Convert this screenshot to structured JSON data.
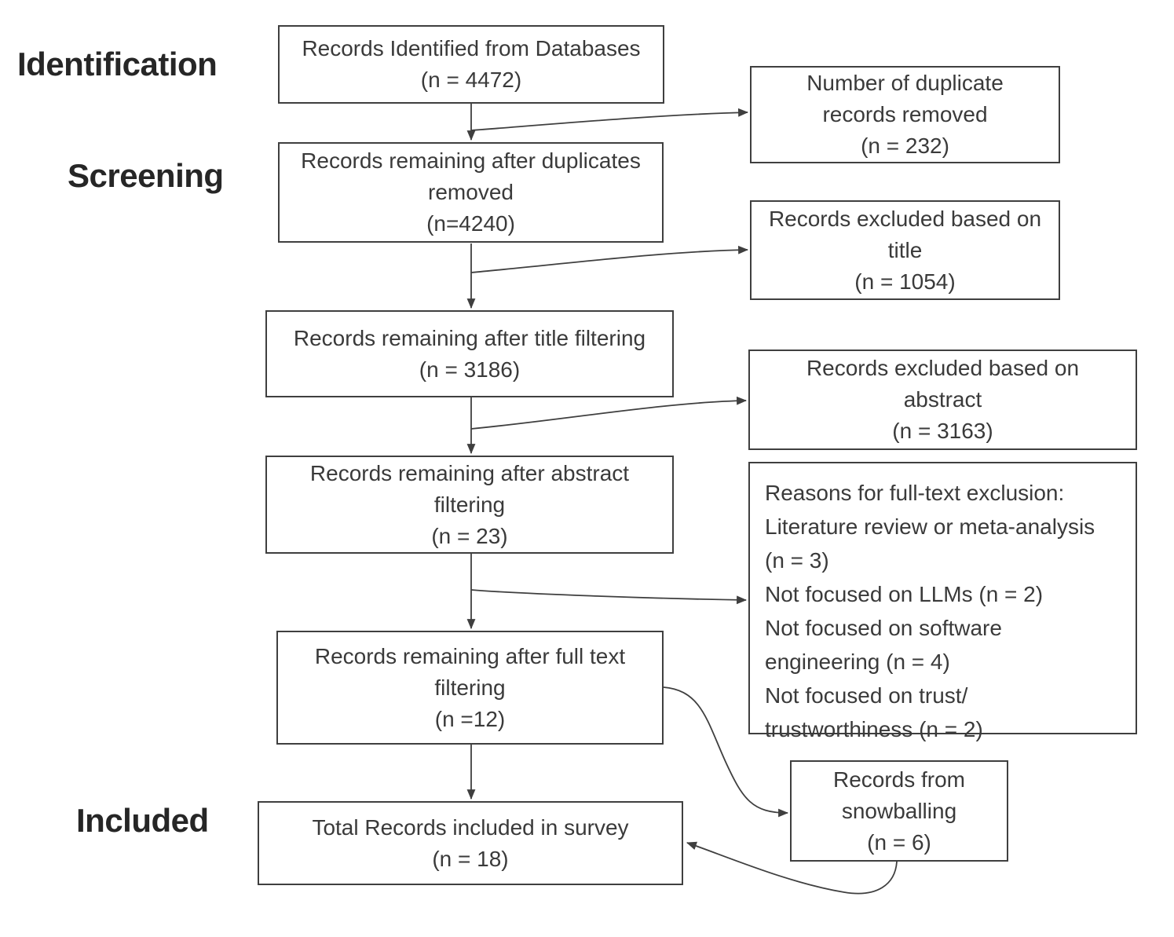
{
  "diagram": {
    "title": "PRISMA-style literature selection flow",
    "colors": {
      "line": "#3f3f3f",
      "text": "#3a3a3a",
      "label": "#262626",
      "background": "#ffffff"
    },
    "stages": [
      {
        "id": "identification",
        "label": "Identification"
      },
      {
        "id": "screening",
        "label": "Screening"
      },
      {
        "id": "included",
        "label": "Included"
      }
    ],
    "main_boxes": [
      {
        "id": "records-identified",
        "lines": [
          "Records Identified from Databases",
          "(n = 4472)"
        ]
      },
      {
        "id": "after-duplicates",
        "lines": [
          "Records remaining after duplicates",
          "removed",
          "(n=4240)"
        ]
      },
      {
        "id": "after-title",
        "lines": [
          "Records remaining after title filtering",
          "(n = 3186)"
        ]
      },
      {
        "id": "after-abstract",
        "lines": [
          "Records remaining after abstract",
          "filtering",
          "(n = 23)"
        ]
      },
      {
        "id": "after-fulltext",
        "lines": [
          "Records remaining after full text",
          "filtering",
          "(n =12)"
        ]
      },
      {
        "id": "total-included",
        "lines": [
          "Total Records included in survey",
          "(n = 18)"
        ]
      }
    ],
    "side_boxes": [
      {
        "id": "duplicates-removed",
        "lines": [
          "Number of duplicate",
          "records removed",
          "(n = 232)"
        ]
      },
      {
        "id": "excluded-title",
        "lines": [
          "Records excluded based on",
          "title",
          "(n = 1054)"
        ]
      },
      {
        "id": "excluded-abstract",
        "lines": [
          "Records excluded based on",
          "abstract",
          "(n = 3163)"
        ]
      },
      {
        "id": "fulltext-reasons",
        "lines": [
          "Reasons for full-text exclusion:",
          "Literature review or meta-analysis",
          "(n = 3)",
          "Not focused on LLMs (n = 2)",
          "Not focused on software",
          "engineering (n = 4)",
          "Not focused on trust/",
          "trustworthiness (n = 2)"
        ]
      },
      {
        "id": "snowballing",
        "lines": [
          "Records from",
          "snowballing",
          "(n = 6)"
        ]
      }
    ],
    "edges": [
      {
        "from": "records-identified",
        "to": "after-duplicates"
      },
      {
        "from": "records-identified",
        "to": "duplicates-removed"
      },
      {
        "from": "after-duplicates",
        "to": "after-title"
      },
      {
        "from": "after-duplicates",
        "to": "excluded-title"
      },
      {
        "from": "after-title",
        "to": "after-abstract"
      },
      {
        "from": "after-title",
        "to": "excluded-abstract"
      },
      {
        "from": "after-abstract",
        "to": "after-fulltext"
      },
      {
        "from": "after-abstract",
        "to": "fulltext-reasons"
      },
      {
        "from": "after-fulltext",
        "to": "total-included"
      },
      {
        "from": "after-fulltext",
        "to": "snowballing"
      },
      {
        "from": "snowballing",
        "to": "total-included"
      }
    ]
  }
}
